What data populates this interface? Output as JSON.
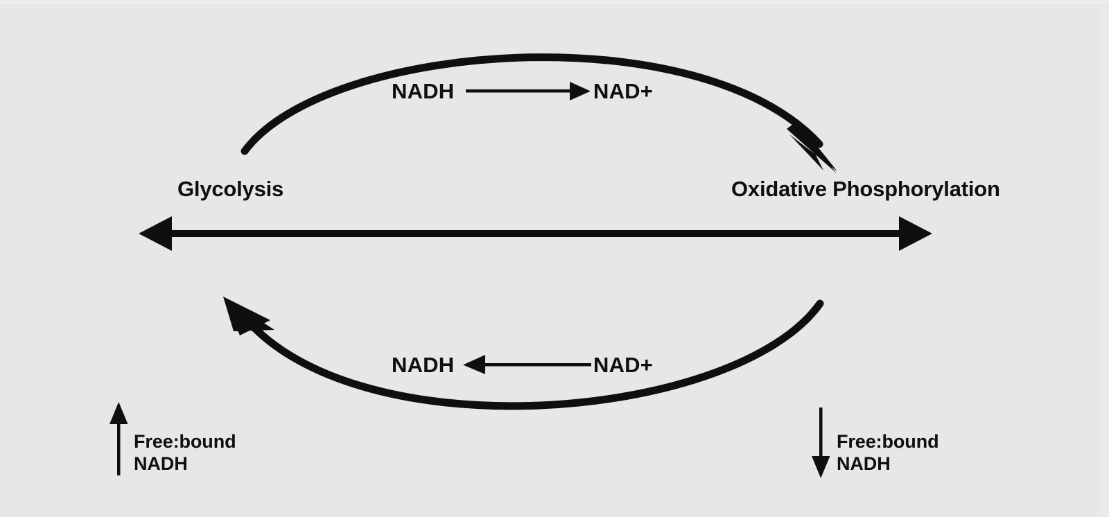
{
  "figure": {
    "background_color": "#e6e7e8",
    "ink_color": "#100f0d"
  },
  "nodes": {
    "left": {
      "label": "Glycolysis"
    },
    "right": {
      "label": "Oxidative Phosphorylation"
    }
  },
  "axis": {
    "name": "metabolic-axis",
    "description": "double-headed horizontal arrow",
    "left_head": "arrow-left",
    "right_head": "arrow-right"
  },
  "reactions": {
    "top": {
      "name": "nadh-oxidation",
      "source_label": "NADH",
      "target_label": "NAD+",
      "arrow_direction": "right",
      "curve_direction": "glycolysis-to-oxphos"
    },
    "bottom": {
      "name": "nad-reduction",
      "source_label": "NAD+",
      "target_label": "NADH",
      "arrow_direction": "left",
      "curve_direction": "oxphos-to-glycolysis"
    }
  },
  "annotations": {
    "left": {
      "name": "free-bound-nadh-increase",
      "arrow_direction": "up",
      "line1": "Free:bound",
      "line2": "NADH"
    },
    "right": {
      "name": "free-bound-nadh-decrease",
      "arrow_direction": "down",
      "line1": "Free:bound",
      "line2": "NADH"
    }
  }
}
